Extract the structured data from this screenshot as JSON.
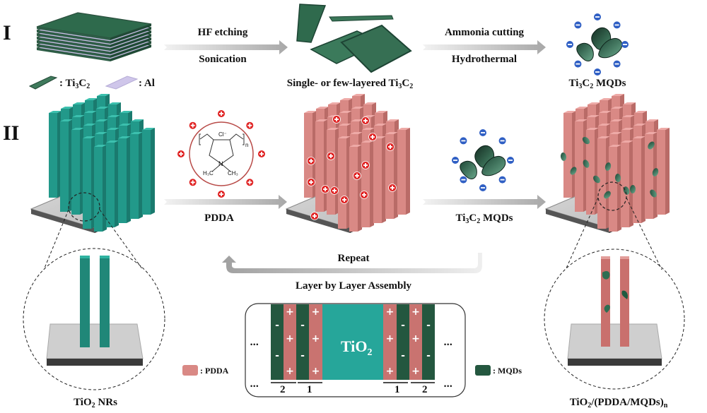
{
  "panels": {
    "row1_label": "I",
    "row2_label": "II"
  },
  "row1": {
    "arrow1": {
      "top": "HF etching",
      "bottom": "Sonication"
    },
    "arrow2": {
      "top": "Ammonia cutting",
      "bottom": "Hydrothermal"
    },
    "legend_ti3c2": ": Ti",
    "legend_ti3c2_sub1": "3",
    "legend_ti3c2_c": "C",
    "legend_ti3c2_sub2": "2",
    "legend_al": ": Al",
    "flakes_label_prefix": "Single- or few-layered Ti",
    "flakes_sub1": "3",
    "flakes_c": "C",
    "flakes_sub2": "2",
    "mqds_label_prefix": "Ti",
    "mqds_sub1": "3",
    "mqds_c": "C",
    "mqds_sub2": "2",
    "mqds_suffix": " MQDs",
    "mqd_charge": "−"
  },
  "row2": {
    "arrow_pdda": "PDDA",
    "pdda_structure": {
      "counterion": "Cl⁻",
      "nitrogen": "N",
      "methyl_left": "H₃C",
      "methyl_right": "CH₃",
      "repeat_n": "n"
    },
    "pdda_charge": "+",
    "arrow_mqds_prefix": "Ti",
    "arrow_mqds_sub1": "3",
    "arrow_mqds_c": "C",
    "arrow_mqds_sub2": "2",
    "arrow_mqds_suffix": " MQDs",
    "repeat": "Repeat",
    "lbl_assembly": "Layer by Layer Assembly",
    "nrs_label_prefix": "TiO",
    "nrs_sub": "2",
    "nrs_suffix": " NRs",
    "final_prefix": "TiO",
    "final_sub": "2",
    "final_mid": "/(PDDA/MQDs)",
    "final_sub_n": "n"
  },
  "schematic": {
    "core_label": "TiO",
    "core_sub": "2",
    "legend_pdda": ": PDDA",
    "legend_mqds": ": MQDs",
    "ellipsis": "•••",
    "plus": "+",
    "minus": "-",
    "layer_numbers": [
      "2",
      "1",
      "1",
      "2"
    ]
  },
  "colors": {
    "mxene_green": "#2e5e47",
    "al_lavender": "#c9c0e6",
    "tio2_teal": "#26a69a",
    "pdda_pink": "#d98985",
    "mqd_dark": "#1f4a36",
    "charge_red": "#e02424",
    "charge_blue": "#2f5fc4"
  }
}
